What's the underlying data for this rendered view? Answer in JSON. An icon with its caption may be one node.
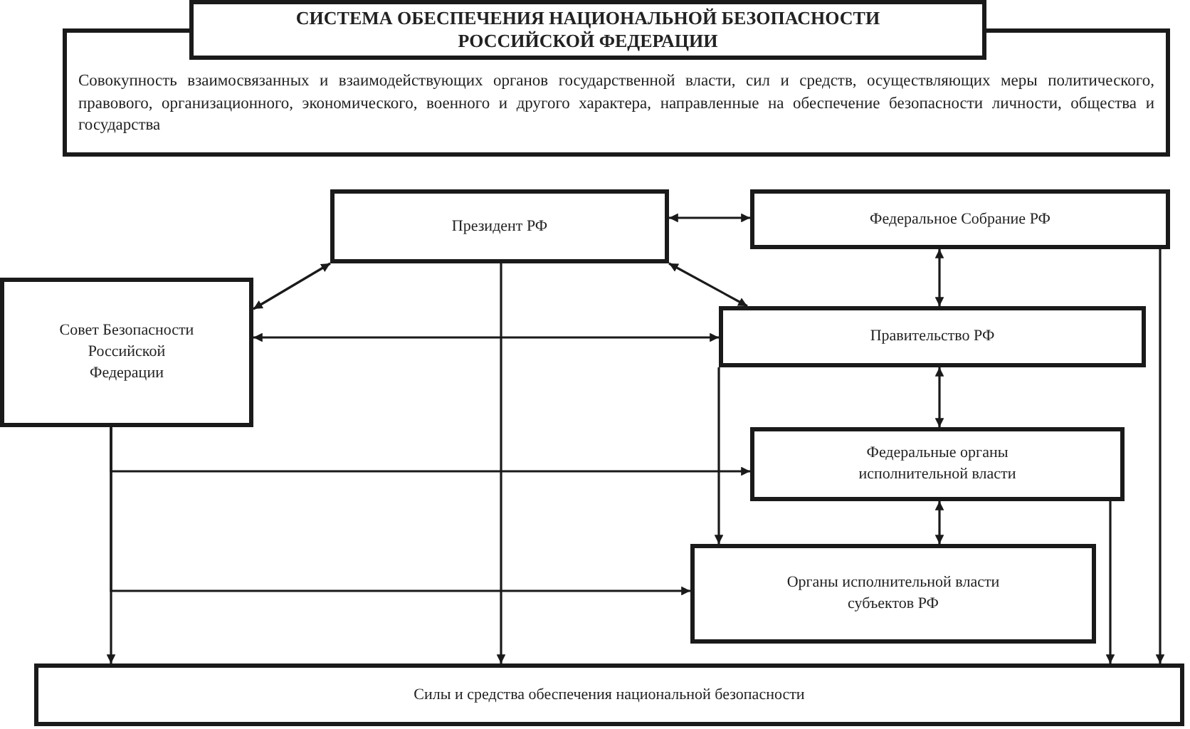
{
  "diagram": {
    "nodes": [
      {
        "text": [
          "СИСТЕМА ОБЕСПЕЧЕНИЯ НАЦИОНАЛЬНОЙ БЕЗОПАСНОСТИ РОССИЙСКОЙ ФЕДЕРАЦИИ"
        ]
      },
      {
        "text": [
          "Совокупность взаимосвязанных и взаимодействующих органов государственной власти, сил и средств, осуществляющих меры политического, правового, организационного, экономического, военного и другого характера, направленные на обеспечение безопасности личности, общества и государства"
        ]
      },
      {
        "text": [
          "Президент РФ"
        ]
      },
      {
        "text": [
          "Федеральное Собрание РФ"
        ]
      },
      {
        "text": [
          "Совет Безопасности Российской Федерации"
        ]
      },
      {
        "text": [
          "Правительство РФ"
        ]
      },
      {
        "text": [
          "Федеральные органы исполнительной власти"
        ]
      },
      {
        "text": [
          "Органы исполнительной власти субъектов РФ"
        ]
      },
      {
        "text": [
          "Силы и средства обеспечения национальной безопасности"
        ]
      }
    ],
    "edges": [
      {
        "from": 2,
        "to": 3,
        "arrow": "both"
      },
      {
        "from": 2,
        "to": 4,
        "arrow": "both"
      },
      {
        "from": 2,
        "to": 5,
        "arrow": "both"
      },
      {
        "from": 4,
        "to": 5,
        "arrow": "both"
      },
      {
        "from": 3,
        "to": 5,
        "arrow": "both"
      },
      {
        "from": 5,
        "to": 6,
        "arrow": "both"
      },
      {
        "from": 6,
        "to": 7,
        "arrow": "both"
      },
      {
        "from": 2,
        "to": 8,
        "arrow": "to"
      },
      {
        "from": 4,
        "to": 6,
        "arrow": "to"
      },
      {
        "from": 4,
        "to": 7,
        "arrow": "to"
      },
      {
        "from": 4,
        "to": 8,
        "arrow": "to"
      },
      {
        "from": 5,
        "to": 7,
        "arrow": "to"
      },
      {
        "from": 6,
        "to": 8,
        "arrow": "to"
      },
      {
        "from": 3,
        "to": 8,
        "arrow": "to"
      }
    ]
  }
}
